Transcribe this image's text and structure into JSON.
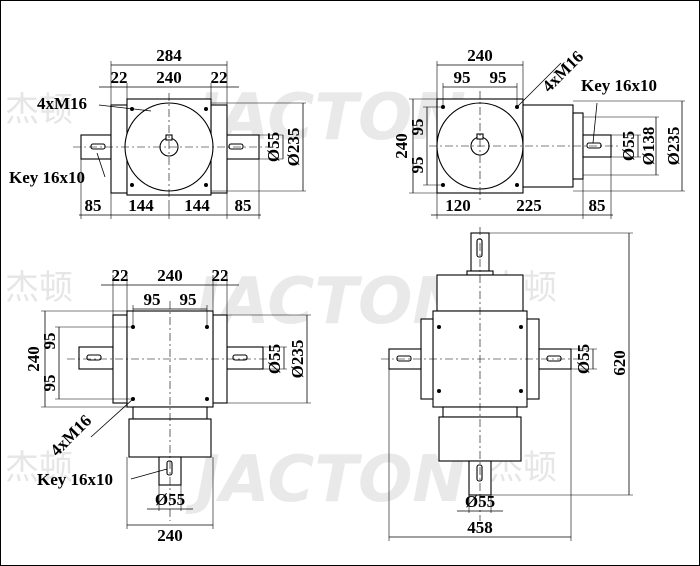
{
  "watermark": {
    "brand": "JACTON",
    "brand_cn": "杰顿"
  },
  "view_top_left": {
    "overall_width": "284",
    "flange_left": "22",
    "bolt_span": "240",
    "flange_right": "22",
    "bolt_callout": "4xM16",
    "key_callout": "Key 16x10",
    "shaft_dia": "Ø55",
    "body_dia": "Ø235",
    "left_shaft_len": "85",
    "left_half": "144",
    "right_half": "144",
    "right_shaft_len": "85"
  },
  "view_top_right": {
    "width": "240",
    "bolt_left": "95",
    "bolt_right": "95",
    "bolt_callout": "4xM16",
    "key_callout": "Key 16x10",
    "height": "240",
    "bolt_upper": "95",
    "bolt_lower": "95",
    "shaft_dia": "Ø55",
    "pilot_dia": "Ø138",
    "body_dia": "Ø235",
    "left_offset": "120",
    "center_to_face": "225",
    "shaft_len": "85"
  },
  "view_bottom_left": {
    "flange_left": "22",
    "bolt_span": "240",
    "flange_right": "22",
    "bolt_left": "95",
    "bolt_right": "95",
    "height": "240",
    "bolt_upper": "95",
    "bolt_lower": "95",
    "shaft_dia": "Ø55",
    "body_dia": "Ø235",
    "bolt_callout": "4xM16",
    "key_callout": "Key 16x10",
    "bottom_shaft_dia": "Ø55",
    "bottom_width": "240"
  },
  "view_bottom_right": {
    "shaft_dia_right": "Ø55",
    "overall_height": "620",
    "shaft_dia_bottom": "Ø55",
    "overall_width": "458"
  }
}
